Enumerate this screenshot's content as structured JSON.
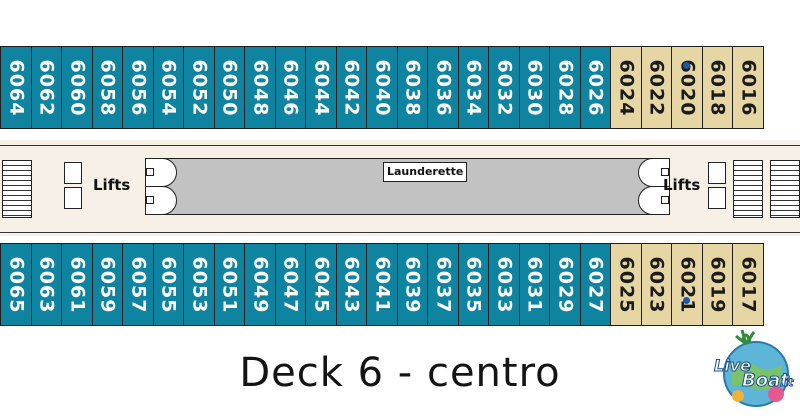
{
  "deck_title": "Deck 6 - centro",
  "cabins_top": [
    {
      "number": "6064",
      "category": "standard"
    },
    {
      "number": "6062",
      "category": "standard"
    },
    {
      "number": "6060",
      "category": "standard"
    },
    {
      "number": "6058",
      "category": "standard"
    },
    {
      "number": "6056",
      "category": "standard"
    },
    {
      "number": "6054",
      "category": "standard"
    },
    {
      "number": "6052",
      "category": "standard"
    },
    {
      "number": "6050",
      "category": "standard"
    },
    {
      "number": "6048",
      "category": "standard"
    },
    {
      "number": "6046",
      "category": "standard"
    },
    {
      "number": "6044",
      "category": "standard"
    },
    {
      "number": "6042",
      "category": "standard"
    },
    {
      "number": "6040",
      "category": "standard"
    },
    {
      "number": "6038",
      "category": "standard"
    },
    {
      "number": "6036",
      "category": "standard"
    },
    {
      "number": "6034",
      "category": "standard"
    },
    {
      "number": "6032",
      "category": "standard"
    },
    {
      "number": "6030",
      "category": "standard"
    },
    {
      "number": "6028",
      "category": "standard"
    },
    {
      "number": "6026",
      "category": "standard"
    },
    {
      "number": "6024",
      "category": "superior"
    },
    {
      "number": "6022",
      "category": "superior"
    },
    {
      "number": "6020",
      "category": "superior",
      "marked": true
    },
    {
      "number": "6018",
      "category": "superior"
    },
    {
      "number": "6016",
      "category": "superior"
    }
  ],
  "cabins_bottom": [
    {
      "number": "6065",
      "category": "standard"
    },
    {
      "number": "6063",
      "category": "standard"
    },
    {
      "number": "6061",
      "category": "standard"
    },
    {
      "number": "6059",
      "category": "standard"
    },
    {
      "number": "6057",
      "category": "standard"
    },
    {
      "number": "6055",
      "category": "standard"
    },
    {
      "number": "6053",
      "category": "standard"
    },
    {
      "number": "6051",
      "category": "standard"
    },
    {
      "number": "6049",
      "category": "standard"
    },
    {
      "number": "6047",
      "category": "standard"
    },
    {
      "number": "6045",
      "category": "standard"
    },
    {
      "number": "6043",
      "category": "standard"
    },
    {
      "number": "6041",
      "category": "standard"
    },
    {
      "number": "6039",
      "category": "standard"
    },
    {
      "number": "6037",
      "category": "standard"
    },
    {
      "number": "6035",
      "category": "standard"
    },
    {
      "number": "6033",
      "category": "standard"
    },
    {
      "number": "6031",
      "category": "standard"
    },
    {
      "number": "6029",
      "category": "standard"
    },
    {
      "number": "6027",
      "category": "standard"
    },
    {
      "number": "6025",
      "category": "superior"
    },
    {
      "number": "6023",
      "category": "superior"
    },
    {
      "number": "6021",
      "category": "superior",
      "marked": true
    },
    {
      "number": "6019",
      "category": "superior"
    },
    {
      "number": "6017",
      "category": "superior"
    }
  ],
  "facilities": {
    "launderette_label": "Launderette",
    "lifts_left_label": "Lifts",
    "lifts_right_label": "Lifts"
  },
  "logo": {
    "line1": "Live",
    "line2": "Boat",
    "suffix": ".it"
  },
  "colors": {
    "standard_cabin": "#0f84a0",
    "superior_cabin": "#e6d6a4",
    "corridor": "#f6f0e6",
    "service_area": "#c2c2c2",
    "accessible_marker": "#1f57a8"
  }
}
